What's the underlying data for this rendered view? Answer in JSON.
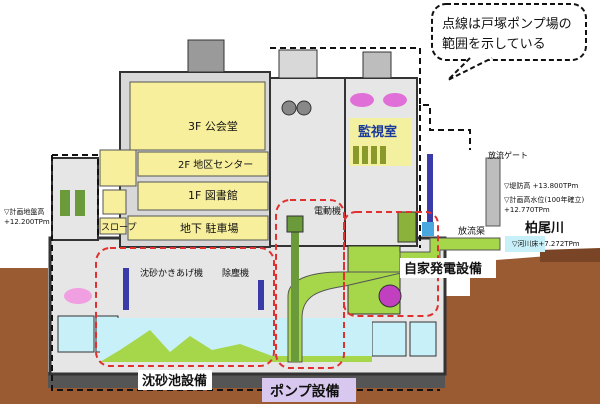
{
  "callout": {
    "line1": "点線は戸塚ポンプ場の",
    "line2": "範囲を示している"
  },
  "floors": {
    "f3": "3F 公会堂",
    "f2": "2F 地区センター",
    "f1": "1F 図書館",
    "b1": "地下 駐車場",
    "slope": "スロープ"
  },
  "rooms": {
    "monitor": "監視室",
    "motor": "電動機",
    "sand_lift": "沈砂かきあげ機",
    "dust_removal": "除塵機",
    "discharge_gate": "放流ゲート",
    "discharge_channel": "放流渠",
    "river": "柏尾川"
  },
  "levels": {
    "left_title": "▽計画地盤高",
    "left_value": "+12.200TPm",
    "embankment": "▽堤防高 +13.800TPm",
    "flood_level": "▽計画高水位(100年確立)",
    "flood_value": "+12.770TPm",
    "riverbed": "▽河川床+7.272TPm"
  },
  "sections": {
    "grit": "沈砂池設備",
    "pump": "ポンプ設備",
    "generator": "自家発電設備"
  },
  "colors": {
    "building_yellow": "#f7ef9c",
    "section_fill": "#d8d8d8",
    "ground_brown": "#9a5a32",
    "water_cyan": "#c8f0f8",
    "sewage_green": "#a6d64a",
    "pump_label_bg": "#d8c8f0"
  }
}
